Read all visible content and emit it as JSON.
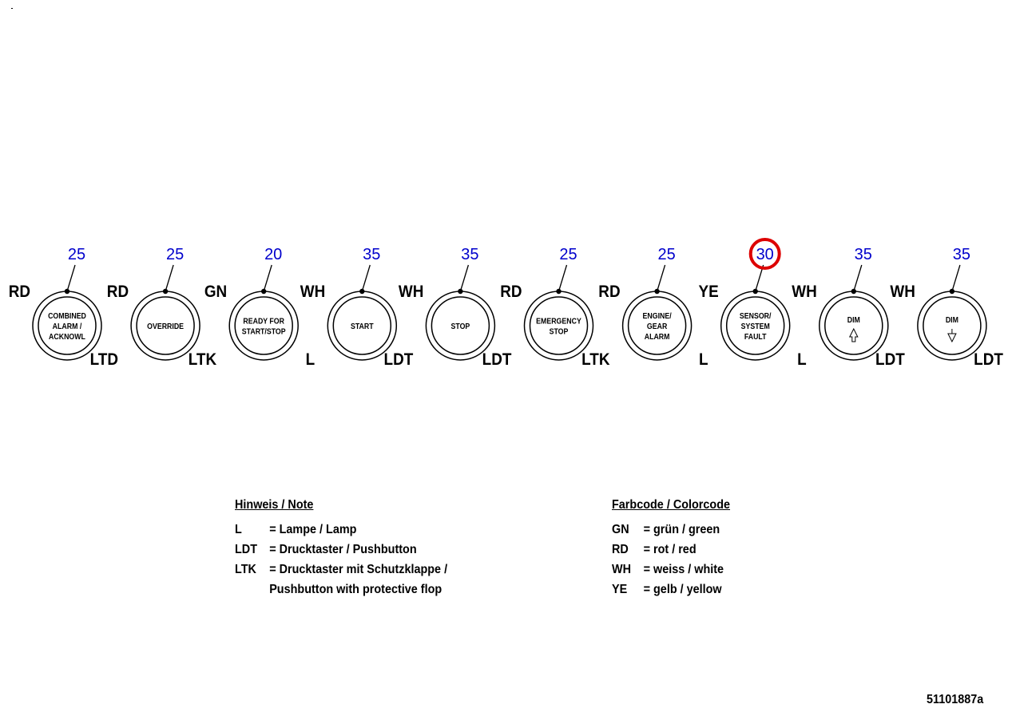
{
  "buttons": [
    {
      "number": "25",
      "color": "RD",
      "type": "LTD",
      "lines": [
        "COMBINED",
        "ALARM /",
        "ACKNOWL"
      ],
      "highlighted": false
    },
    {
      "number": "25",
      "color": "RD",
      "type": "LTK",
      "lines": [
        "OVERRIDE"
      ],
      "highlighted": false
    },
    {
      "number": "20",
      "color": "GN",
      "type": "L",
      "lines": [
        "READY FOR",
        "START/STOP"
      ],
      "highlighted": false
    },
    {
      "number": "35",
      "color": "WH",
      "type": "LDT",
      "lines": [
        "START"
      ],
      "highlighted": false
    },
    {
      "number": "35",
      "color": "WH",
      "type": "LDT",
      "lines": [
        "STOP"
      ],
      "highlighted": false
    },
    {
      "number": "25",
      "color": "RD",
      "type": "LTK",
      "lines": [
        "EMERGENCY",
        "STOP"
      ],
      "highlighted": false
    },
    {
      "number": "25",
      "color": "RD",
      "type": "L",
      "lines": [
        "ENGINE/",
        "GEAR",
        "ALARM"
      ],
      "highlighted": false
    },
    {
      "number": "30",
      "color": "YE",
      "type": "L",
      "lines": [
        "SENSOR/",
        "SYSTEM",
        "FAULT"
      ],
      "highlighted": true
    },
    {
      "number": "35",
      "color": "WH",
      "type": "LDT",
      "lines": [
        "DIM"
      ],
      "arrow": "up",
      "highlighted": false
    },
    {
      "number": "35",
      "color": "WH",
      "type": "LDT",
      "lines": [
        "DIM"
      ],
      "arrow": "down",
      "highlighted": false
    }
  ],
  "colors": {
    "number": "#0000cc",
    "highlight": "#dd0000"
  },
  "note": {
    "title": "Hinweis / Note",
    "items": [
      {
        "code": "L",
        "text": "= Lampe / Lamp"
      },
      {
        "code": "LDT",
        "text": "= Drucktaster / Pushbutton"
      },
      {
        "code": "LTK",
        "text": "= Drucktaster mit Schutzklappe /"
      },
      {
        "code": "",
        "text": "Pushbutton with protective flop"
      }
    ]
  },
  "colorcode": {
    "title": "Farbcode / Colorcode",
    "items": [
      {
        "code": "GN",
        "text": "= grün / green"
      },
      {
        "code": "RD",
        "text": "= rot / red"
      },
      {
        "code": "WH",
        "text": "= weiss / white"
      },
      {
        "code": "YE",
        "text": "= gelb / yellow"
      }
    ]
  },
  "doc_number": "51101887a"
}
